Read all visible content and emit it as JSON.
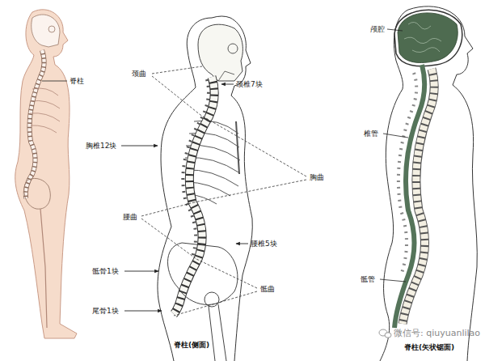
{
  "diagram": {
    "labels": [
      "脊柱",
      "颈曲",
      "颈椎7块",
      "胸椎12块",
      "胸曲",
      "腰曲",
      "腰椎5块",
      "骶骨1块",
      "骶曲",
      "尾骨1块",
      "脊柱(侧面)",
      "颅腔",
      "椎管",
      "骶管",
      "脊柱(矢状锯面)",
      "微信号: qiuyuanlilao"
    ]
  }
}
